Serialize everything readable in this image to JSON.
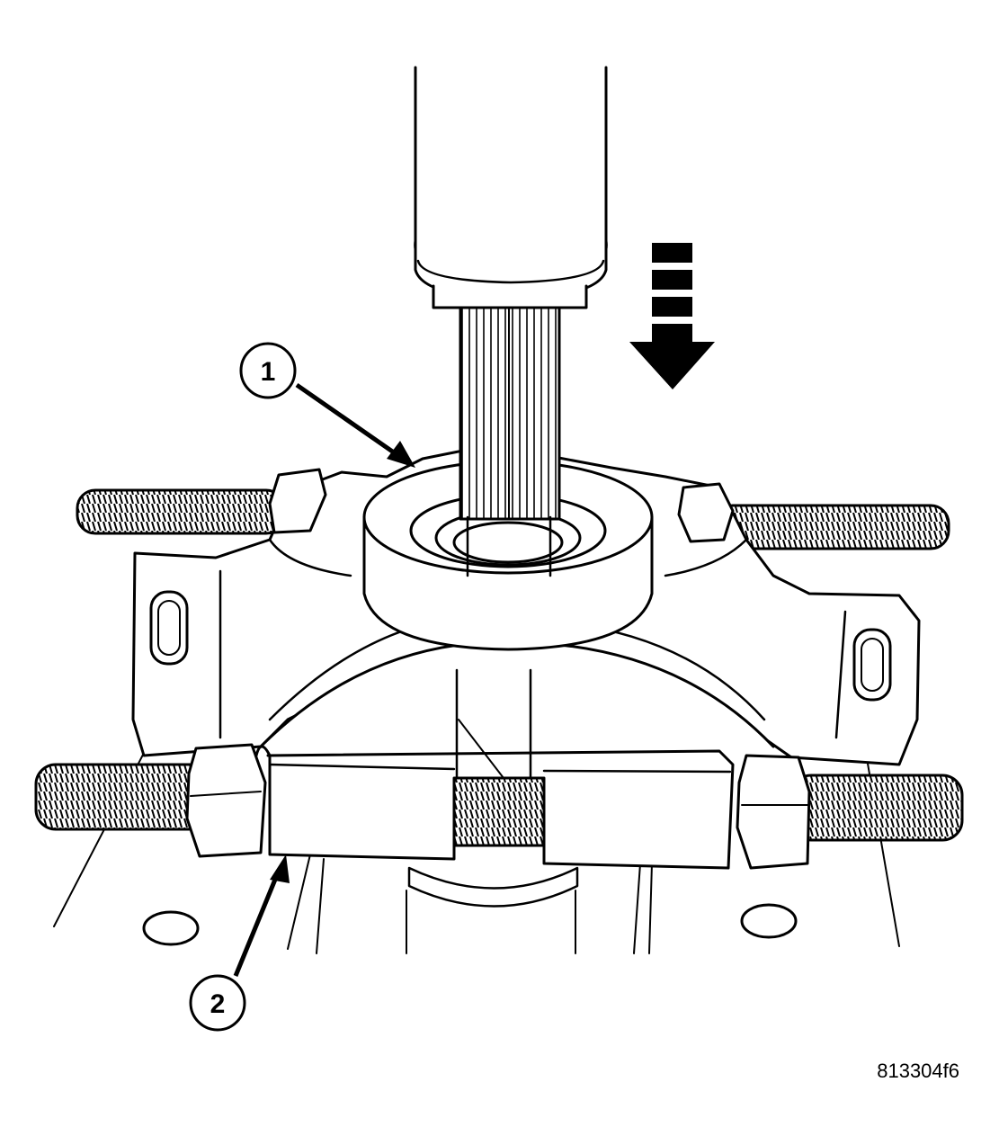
{
  "figure": {
    "id": "813304f6",
    "callouts": [
      {
        "number": "1"
      },
      {
        "number": "2"
      }
    ],
    "colors": {
      "line": "#000000",
      "fill": "#ffffff"
    },
    "icons": [
      "press-direction-arrow-icon"
    ]
  }
}
